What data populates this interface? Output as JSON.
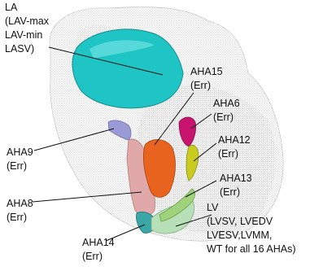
{
  "labels": {
    "la": [
      "LA",
      "(LAV-max",
      "LAV-min",
      "LASV)"
    ],
    "aha15": [
      "AHA15",
      "(Err)"
    ],
    "aha6": [
      "AHA6",
      "(Err)"
    ],
    "aha9": [
      "AHA9",
      "(Err)"
    ],
    "aha12": [
      "AHA12",
      "(Err)"
    ],
    "aha8": [
      "AHA8",
      "(Err)"
    ],
    "aha13": [
      "AHA13",
      "(Err)"
    ],
    "lv": [
      "LV",
      "(LVSV, LVEDV",
      "LVESV,LVMM,",
      "WT for all 16 AHAs)"
    ],
    "aha14": [
      "AHA14",
      "(Err)"
    ]
  },
  "colors": {
    "mesh": "#9a9a9a",
    "la": "#1fc4c4",
    "aha6": "#c8146e",
    "aha12": "#c9cc1e",
    "aha15": "#e8641e",
    "aha9": "#9a9ad6",
    "aha8": "#e0a8a8",
    "aha13": "#9fd27a",
    "aha14": "#3aa6a6",
    "lv": "#b8e0b8"
  }
}
